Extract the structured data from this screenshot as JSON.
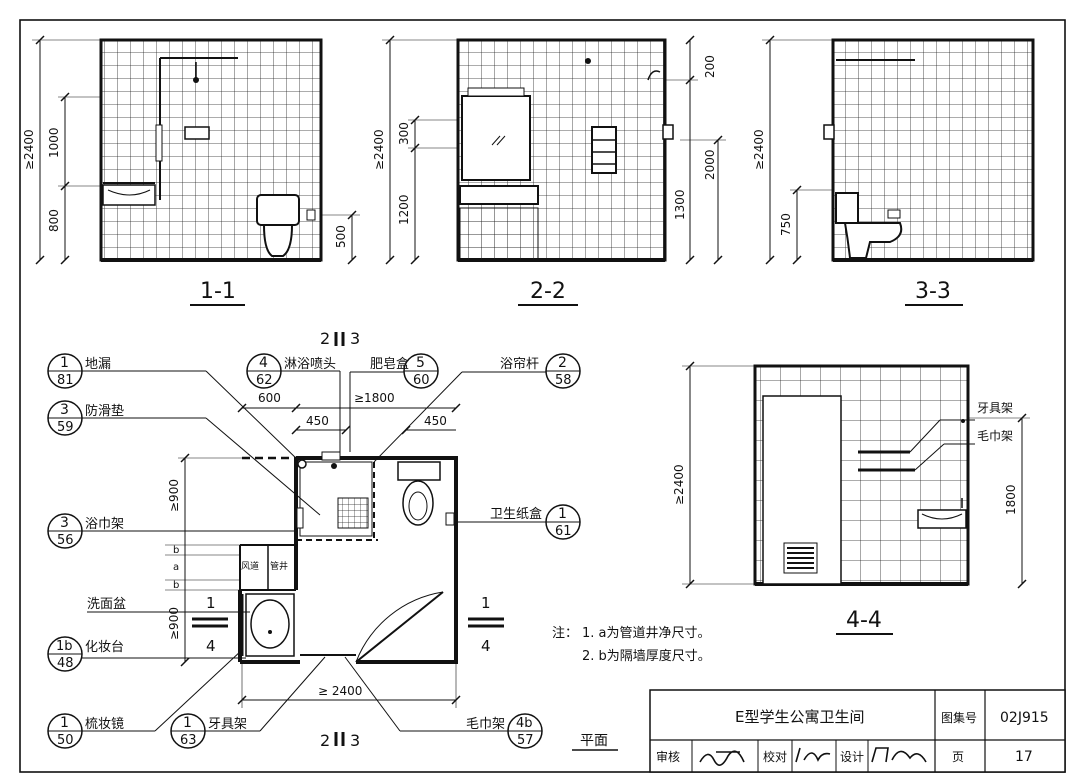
{
  "elevations": {
    "e11": {
      "label": "1-1",
      "dims": [
        "≥2400",
        "1000",
        "800",
        "500"
      ]
    },
    "e22": {
      "label": "2-2",
      "dims": [
        "≥2400",
        "300",
        "1200",
        "200",
        "2000",
        "1300"
      ]
    },
    "e33": {
      "label": "3-3",
      "dims": [
        "≥2400",
        "750"
      ]
    },
    "e44": {
      "label": "4-4",
      "dims": [
        "≥2400",
        "1800"
      ],
      "callouts": [
        "牙具架",
        "毛巾架"
      ]
    }
  },
  "plan": {
    "cut_top": "2",
    "cut_top2": "3",
    "cut_bottom": "2",
    "cut_bottom2": "3",
    "cut_side": {
      "top": "1",
      "bottom": "4"
    },
    "dims": {
      "d600": "600",
      "d450a": "450",
      "d1800": "≥1800",
      "d450b": "450",
      "d900a": "≥900",
      "d900b": "≥900",
      "d2400": "≥ 2400"
    },
    "shaft_labels": [
      "风道",
      "管井"
    ],
    "marks": [
      "b",
      "a",
      "b"
    ],
    "title": "平面"
  },
  "callouts": [
    {
      "num": "1",
      "page": "81",
      "text": "地漏"
    },
    {
      "num": "3",
      "page": "59",
      "text": "防滑垫"
    },
    {
      "num": "3",
      "page": "56",
      "text": "浴巾架"
    },
    {
      "num": "",
      "page": "",
      "text": "洗面盆"
    },
    {
      "num": "1b",
      "page": "48",
      "text": "化妆台"
    },
    {
      "num": "1",
      "page": "50",
      "text": "梳妆镜"
    },
    {
      "num": "1",
      "page": "63",
      "text": "牙具架"
    },
    {
      "num": "4",
      "page": "62",
      "text": "淋浴喷头"
    },
    {
      "num": "5",
      "page": "60",
      "text": "肥皂盒"
    },
    {
      "num": "2",
      "page": "58",
      "text": "浴帘杆"
    },
    {
      "num": "1",
      "page": "61",
      "text": "卫生纸盒"
    },
    {
      "num": "4b",
      "page": "57",
      "text": "毛巾架"
    }
  ],
  "notes": {
    "label": "注：",
    "line1": "1. a为管道井净尺寸。",
    "line2": "2. b为隔墙厚度尺寸。"
  },
  "title_block": {
    "title": "E型学生公寓卫生间",
    "atlas_label": "图集号",
    "atlas_no": "02J915",
    "review_label": "审核",
    "check_label": "校对",
    "design_label": "设计",
    "page_label": "页",
    "page_no": "17"
  }
}
